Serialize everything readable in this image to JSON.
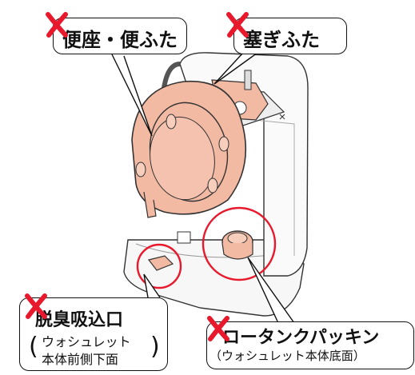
{
  "labels": {
    "seat_lid": "便座・便ふた",
    "gap_cover": "塞ぎふた",
    "deodorizer": "脱臭吸込口",
    "deodorizer_note_line1": "ウォシュレット",
    "deodorizer_note_line2": "本体前側下面",
    "tank_packing": "ロータンクパッキン",
    "tank_packing_note": "（ウォシュレット本体底面）"
  },
  "colors": {
    "cross_mark": "#e8192c",
    "seat_fill": "#f2b9a3",
    "highlight_ring": "#e8192c",
    "outline": "#222222"
  },
  "icons": {
    "prohibited": "red-x-cross-icon"
  }
}
